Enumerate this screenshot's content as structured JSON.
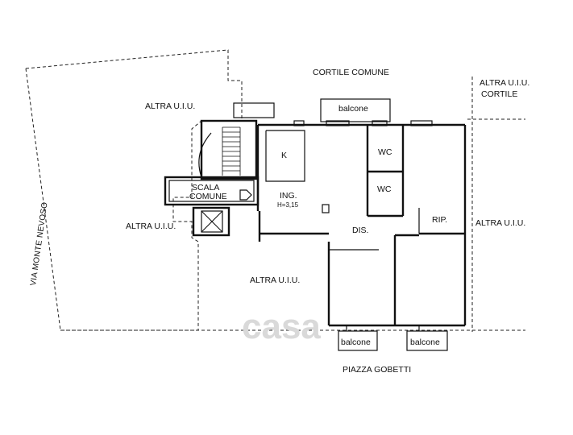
{
  "labels": {
    "cortile_comune": "CORTILE COMUNE",
    "altra_uiu_top_left": "ALTRA U.I.U.",
    "altra_uiu_top_right": "ALTRA U.I.U.",
    "cortile": "CORTILE",
    "balcone_top": "balcone",
    "k": "K",
    "wc_1": "WC",
    "wc_2": "WC",
    "scala_1": "SCALA",
    "scala_2": "COMUNE",
    "ing": "ING.",
    "height": "H=3,15",
    "dis": "DIS.",
    "rip": "RIP.",
    "altra_uiu_left": "ALTRA U.I.U.",
    "altra_uiu_right": "ALTRA U.I.U.",
    "altra_uiu_bottom": "ALTRA U.I.U.",
    "via_monte_nevoso": "VIA MONTE NEVOSO",
    "balcone_bottom_1": "balcone",
    "balcone_bottom_2": "balcone",
    "piazza_gobetti": "PIAZZA GOBETTI"
  },
  "watermark": "casa"
}
